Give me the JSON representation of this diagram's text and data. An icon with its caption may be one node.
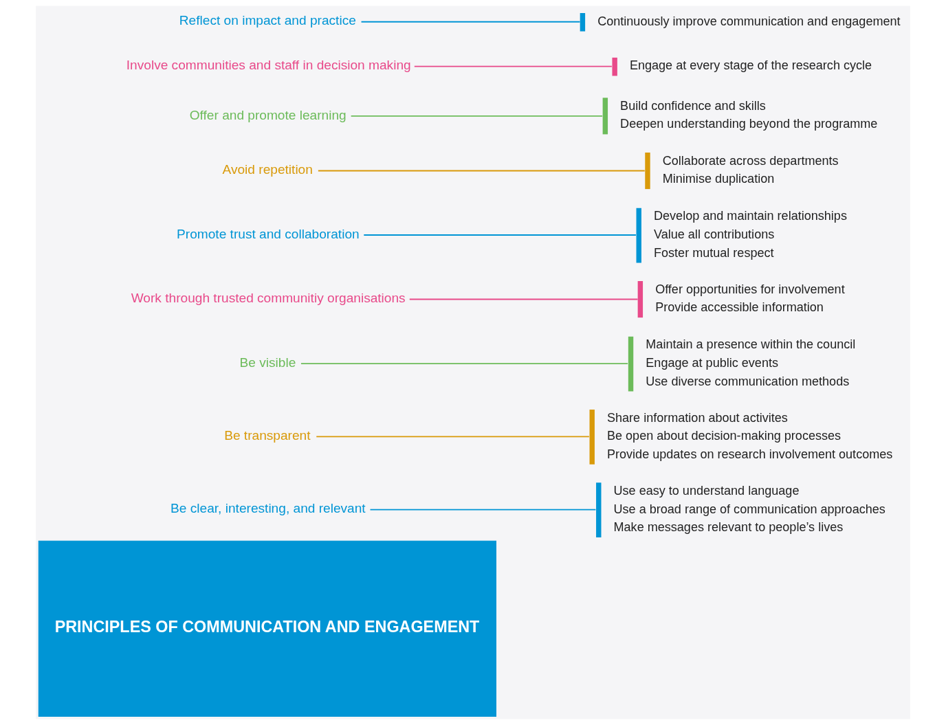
{
  "diagram": {
    "nodes": [
      {
        "text": [
          "PRINCIPLES OF COMMUNICATION AND ENGAGEMENT"
        ]
      },
      {
        "text": [
          "Be clear, interesting, and relevant"
        ]
      },
      {
        "text": [
          "Use easy to understand language",
          "Use a broad range of communication approaches",
          "Make messages relevant to people’s lives"
        ]
      },
      {
        "text": [
          "Be transparent"
        ]
      },
      {
        "text": [
          "Share information about activites",
          "Be open about decision-making processes",
          "Provide updates on research involvement outcomes"
        ]
      },
      {
        "text": [
          "Be visible"
        ]
      },
      {
        "text": [
          "Maintain a presence within the council",
          "Engage at public events",
          "Use diverse communication methods"
        ]
      },
      {
        "text": [
          "Work through trusted communitiy organisations"
        ]
      },
      {
        "text": [
          "Offer opportunities for involvement",
          "Provide accessible information"
        ]
      },
      {
        "text": [
          "Promote trust and collaboration"
        ]
      },
      {
        "text": [
          "Develop and maintain relationships",
          "Value all contributions",
          "Foster mutual respect"
        ]
      },
      {
        "text": [
          "Avoid repetition"
        ]
      },
      {
        "text": [
          "Collaborate across departments",
          "Minimise duplication"
        ]
      },
      {
        "text": [
          "Offer and promote learning"
        ]
      },
      {
        "text": [
          "Build confidence and skills",
          "Deepen understanding beyond the programme"
        ]
      },
      {
        "text": [
          "Involve communities and staff in decision making"
        ]
      },
      {
        "text": [
          "Engage at every stage of the research cycle"
        ]
      },
      {
        "text": [
          "Reflect on impact and practice"
        ]
      },
      {
        "text": [
          "Continuously improve communication and engagement"
        ]
      }
    ],
    "edges": [
      {
        "from": 1,
        "to": 2,
        "arrow": "none"
      },
      {
        "from": 3,
        "to": 4,
        "arrow": "none",
        "color": "#d99a0a"
      },
      {
        "from": 5,
        "to": 6,
        "arrow": "none",
        "color": "#6cbb5a"
      },
      {
        "from": 7,
        "to": 8,
        "arrow": "none",
        "color": "#e84a8a"
      },
      {
        "from": 9,
        "to": 10,
        "arrow": "none"
      },
      {
        "from": 11,
        "to": 12,
        "arrow": "none",
        "color": "#d99a0a"
      },
      {
        "from": 13,
        "to": 14,
        "arrow": "none",
        "color": "#6cbb5a"
      },
      {
        "from": 15,
        "to": 16,
        "arrow": "none",
        "color": "#e84a8a"
      },
      {
        "from": 17,
        "to": 18,
        "arrow": "none"
      }
    ]
  }
}
